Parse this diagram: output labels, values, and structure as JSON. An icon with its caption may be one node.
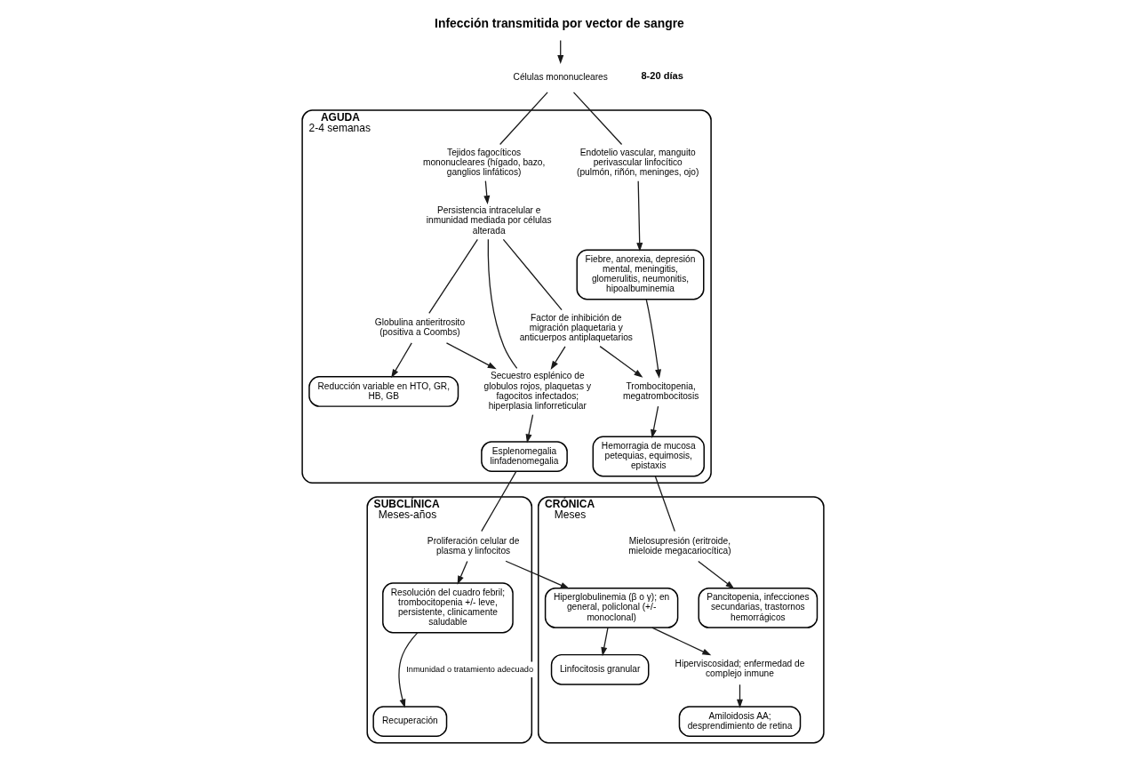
{
  "diagram": {
    "nodes": [
      {
        "text": [
          "Infección transmitida por vector de sangre"
        ]
      },
      {
        "text": [
          "Células mononucleares"
        ]
      },
      {
        "text": [
          "AGUDA",
          "2-4 semanas"
        ]
      },
      {
        "text": [
          "Tejidos fagocíticos mononucleares (hígado, bazo, ganglios linfáticos)"
        ],
        "in": 2
      },
      {
        "text": [
          "Endotelio vascular, manguito perivascular linfocítico (pulmón, riñón, meninges, ojo)"
        ],
        "in": 2
      },
      {
        "text": [
          "Persistencia intracelular e inmunidad mediada por células alterada"
        ],
        "in": 2
      },
      {
        "text": [
          "Globulina antieritrosito (positiva a Coombs)"
        ],
        "in": 2
      },
      {
        "text": [
          "Secuestro esplénico de globulos rojos, plaquetas y fagocitos infectados; hiperplasia linforreticular"
        ],
        "in": 2
      },
      {
        "text": [
          "Factor de inhibición de migración plaquetaria y anticuerpos antiplaquetarios"
        ],
        "in": 2
      },
      {
        "text": [
          "Fiebre, anorexia, depresión mental, meningitis, glomerulitis, neumonitis, hipoalbuminemia"
        ],
        "in": 2
      },
      {
        "text": [
          "Trombocitopenia, megatrombocitosis"
        ],
        "in": 2
      },
      {
        "text": [
          "Reducción variable en HTO, GR, HB, GB"
        ],
        "in": 2
      },
      {
        "text": [
          "Esplenomegalia linfadenomegalia"
        ],
        "in": 2
      },
      {
        "text": [
          "Hemorragia de mucosa petequias, equimosis, epistaxis"
        ],
        "in": 2
      },
      {
        "text": [
          "SUBCLÍNICA",
          "Meses-años"
        ]
      },
      {
        "text": [
          "Proliferación celular de plasma y linfocitos"
        ],
        "in": 14
      },
      {
        "text": [
          "Resolución del cuadro febril; trombocitopenia +/- leve, persistente, clinicamente saludable"
        ],
        "in": 14
      },
      {
        "text": [
          "Recuperación"
        ],
        "in": 14
      },
      {
        "text": [
          "CRÓNICA",
          "Meses"
        ]
      },
      {
        "text": [
          "Hiperglobulinemia (β o γ); en general, policlonal (+/- monoclonal)"
        ],
        "in": 18
      },
      {
        "text": [
          "Linfocitosis granular"
        ],
        "in": 18
      },
      {
        "text": [
          "Hiperviscosidad; enfermedad de complejo inmune"
        ],
        "in": 18
      },
      {
        "text": [
          "Amiloidosis AA; desprendimiento de retina"
        ],
        "in": 18
      },
      {
        "text": [
          "Mielosupresión (eritroide, mieloide megacariocítica)"
        ],
        "in": 18
      },
      {
        "text": [
          "Pancitopenia, infecciones secundarias, trastornos hemorrágicos"
        ],
        "in": 18
      }
    ],
    "edges": [
      {
        "from": 0,
        "to": 1,
        "arrow": "to"
      },
      {
        "from": 1,
        "to": 3,
        "arrow": "none"
      },
      {
        "from": 1,
        "to": 4,
        "arrow": "none"
      },
      {
        "from": 3,
        "to": 5,
        "arrow": "to"
      },
      {
        "from": 5,
        "to": 6,
        "arrow": "none"
      },
      {
        "from": 5,
        "to": 7,
        "arrow": "none"
      },
      {
        "from": 5,
        "to": 8,
        "arrow": "none"
      },
      {
        "from": 6,
        "to": 11,
        "arrow": "to"
      },
      {
        "from": 6,
        "to": 7,
        "arrow": "to"
      },
      {
        "from": 8,
        "to": 7,
        "arrow": "to"
      },
      {
        "from": 8,
        "to": 10,
        "arrow": "to"
      },
      {
        "from": 7,
        "to": 12,
        "arrow": "to"
      },
      {
        "from": 4,
        "to": 9,
        "arrow": "to"
      },
      {
        "from": 9,
        "to": 10,
        "arrow": "to"
      },
      {
        "from": 10,
        "to": 13,
        "arrow": "to"
      },
      {
        "from": 12,
        "to": 15,
        "arrow": "none"
      },
      {
        "from": 15,
        "to": 16,
        "arrow": "to"
      },
      {
        "from": 16,
        "to": 17,
        "arrow": "to",
        "label": "Inmunidad o tratamiento adecuado"
      },
      {
        "from": 15,
        "to": 19,
        "arrow": "to"
      },
      {
        "from": 19,
        "to": 20,
        "arrow": "to"
      },
      {
        "from": 19,
        "to": 21,
        "arrow": "to"
      },
      {
        "from": 21,
        "to": 22,
        "arrow": "to"
      },
      {
        "from": 13,
        "to": 23,
        "arrow": "none"
      },
      {
        "from": 23,
        "to": 24,
        "arrow": "to"
      }
    ],
    "labels": [
      "8-20 días"
    ]
  }
}
